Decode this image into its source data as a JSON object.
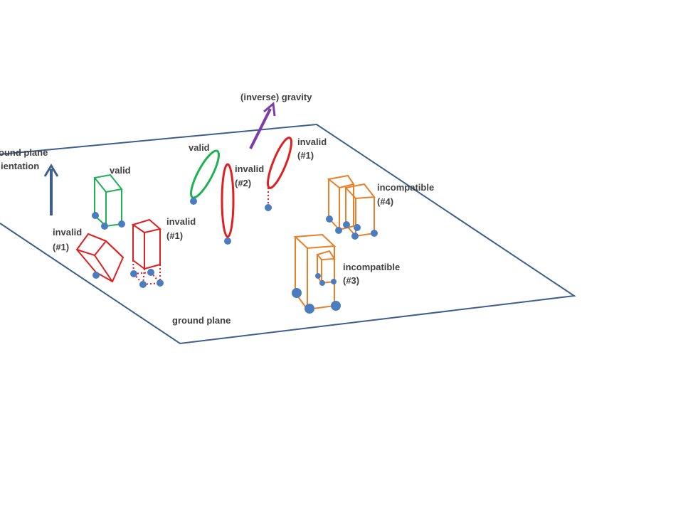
{
  "colors": {
    "plane": "#3d5f8c",
    "valid": "#1fb254",
    "invalid": "#e02020",
    "incompatible": "#e8802a",
    "gravity": "#7a3fa6",
    "orientation_arrow": "#3d5f8c",
    "point": "#4a7cc0"
  },
  "labels": {
    "ground_plane_orientation_line1": "ound plane",
    "ground_plane_orientation_line2": "ientation",
    "ground_plane": "ground plane",
    "inverse_gravity": "(inverse) gravity",
    "valid_box": "valid",
    "valid_ellipse": "valid",
    "invalid_tilted_line1": "invalid",
    "invalid_tilted_line2": "(#1)",
    "invalid_floating_box_line1": "invalid",
    "invalid_floating_box_line2": "(#1)",
    "invalid_ellipse2_line1": "invalid",
    "invalid_ellipse2_line2": "(#2)",
    "invalid_ellipse1_line1": "invalid",
    "invalid_ellipse1_line2": "(#1)",
    "incompatible3_line1": "incompatible",
    "incompatible3_line2": "(#3)",
    "incompatible4_line1": "incompatible",
    "incompatible4_line2": "(#4)"
  }
}
